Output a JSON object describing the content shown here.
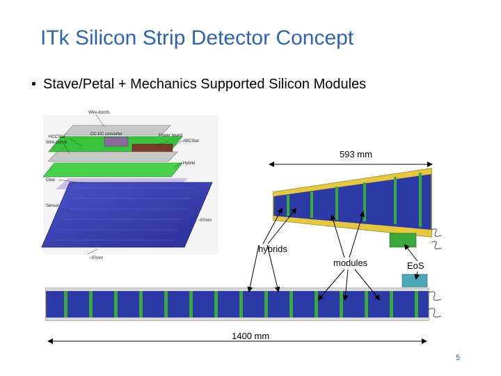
{
  "slide": {
    "title": "ITk Silicon Strip Detector Concept",
    "bullet": "Stave/Petal  + Mechanics Supported Silicon Modules",
    "page_number": "5"
  },
  "exploded_module": {
    "labels": {
      "wire_bonds_top": "Wire-bonds",
      "dcdc": "DC-DC converter",
      "hccstar": "HCCStar",
      "wire_bonds_left": "Wire-bonds",
      "power_board": "Power board",
      "abcstar": "ABCStar",
      "hybrid": "Hybrid",
      "glue": "Glue",
      "sensor": "Sensor",
      "dim_right": "~97mm",
      "dim_bottom": "~97mm"
    }
  },
  "petal": {
    "length_label": "593 mm"
  },
  "stave": {
    "length_label": "1400 mm"
  },
  "callouts": {
    "hybrids": "hybrids",
    "modules": "modules",
    "eos": "EoS"
  }
}
